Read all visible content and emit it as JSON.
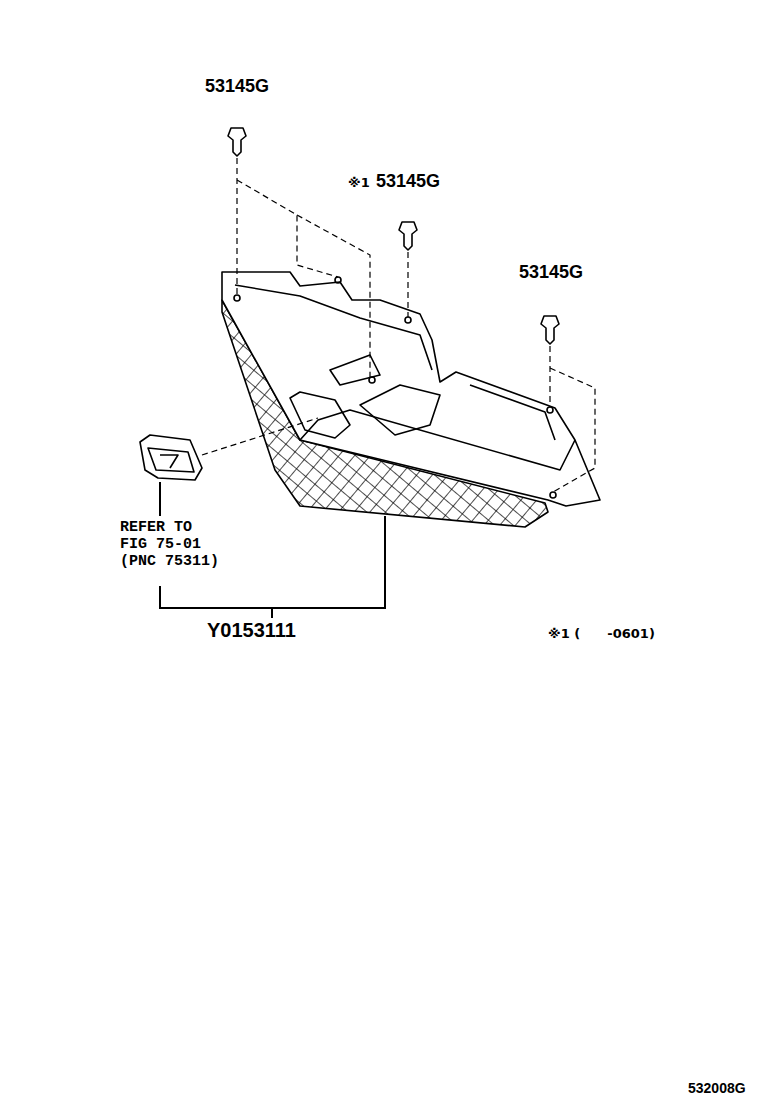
{
  "diagram": {
    "labels": [
      "53145G",
      "※1",
      "53145G",
      "53145G",
      "REFER TO FIG 75-01 (PNC 75311)",
      "Y0153111",
      "※1 (      -0601)",
      "532008G"
    ]
  }
}
